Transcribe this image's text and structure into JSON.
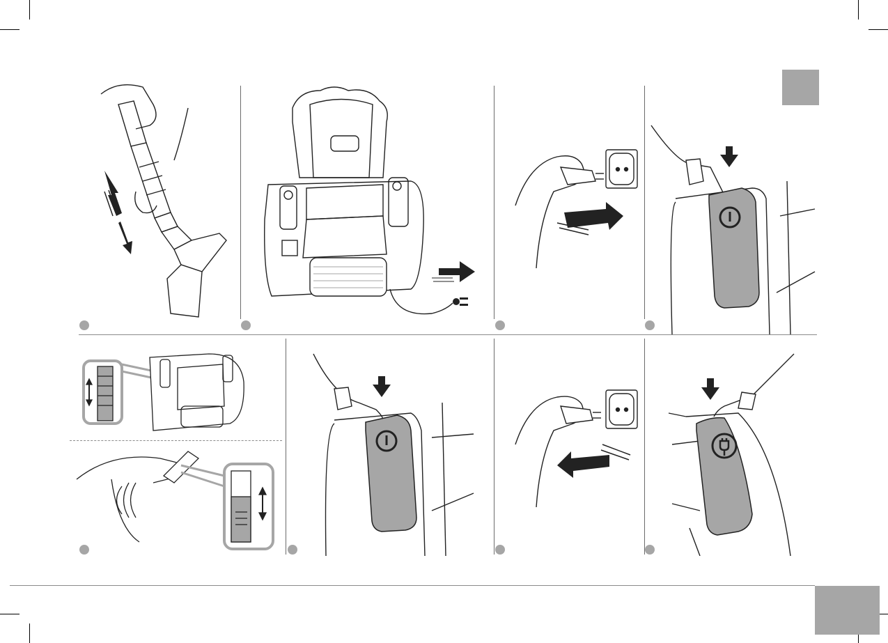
{
  "document": {
    "type": "instruction-manual-page",
    "side_tab_color": "#a6a6a6",
    "page_tab_color": "#a6a6a6",
    "line_color": "#6b6b6b"
  },
  "illustrations": [
    {
      "id": "telescopic-tube-adjust",
      "icon": "hand-adjusting-telescopic-tube"
    },
    {
      "id": "unwind-cord",
      "icon": "vacuum-cord-pull-arrow"
    },
    {
      "id": "plug-in",
      "icon": "hand-inserting-plug"
    },
    {
      "id": "power-on",
      "icon": "finger-press-power-button"
    },
    {
      "id": "power-regulator",
      "icon": "power-slider-and-air-flow-regulator"
    },
    {
      "id": "power-off",
      "icon": "finger-press-power-button"
    },
    {
      "id": "unplug",
      "icon": "hand-removing-plug"
    },
    {
      "id": "rewind-cord",
      "icon": "finger-press-cord-rewind-button"
    }
  ]
}
